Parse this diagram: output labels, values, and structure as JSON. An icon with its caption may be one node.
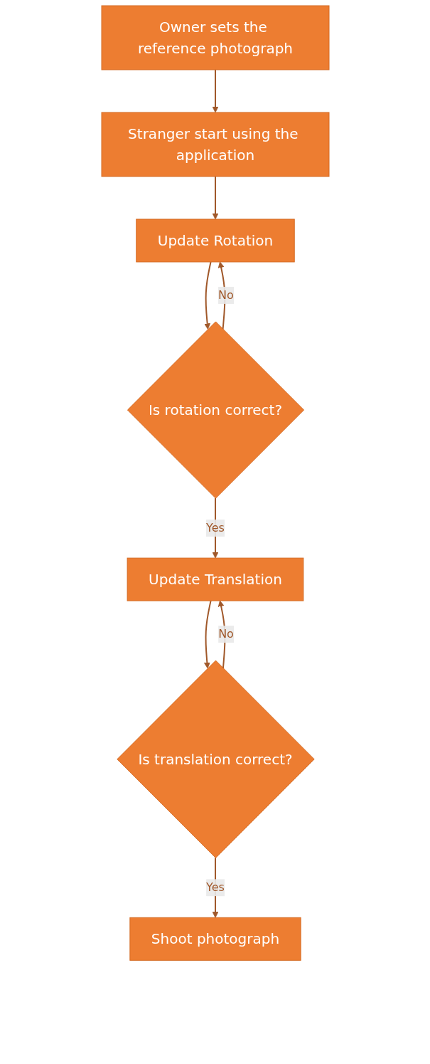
{
  "diagram": {
    "nodes": [
      {
        "text": [
          "Owner sets the reference photograph"
        ]
      },
      {
        "text": [
          "Stranger start using the application"
        ]
      },
      {
        "text": [
          "Update Rotation"
        ]
      },
      {
        "text": [
          "Is rotation correct?"
        ]
      },
      {
        "text": [
          "Update Translation"
        ]
      },
      {
        "text": [
          "Is translation correct?"
        ]
      },
      {
        "text": [
          "Shoot photograph"
        ]
      }
    ],
    "edges": [
      {
        "from": 0,
        "to": 1,
        "arrow": "to"
      },
      {
        "from": 1,
        "to": 2,
        "arrow": "to"
      },
      {
        "from": 2,
        "to": 3,
        "arrow": "to"
      },
      {
        "from": 3,
        "to": 4,
        "arrow": "to",
        "label": "Yes"
      },
      {
        "from": 3,
        "to": 2,
        "arrow": "to",
        "label": "No"
      },
      {
        "from": 4,
        "to": 5,
        "arrow": "to"
      },
      {
        "from": 5,
        "to": 6,
        "arrow": "to",
        "label": "Yes"
      },
      {
        "from": 5,
        "to": 4,
        "arrow": "to",
        "label": "No"
      }
    ]
  }
}
